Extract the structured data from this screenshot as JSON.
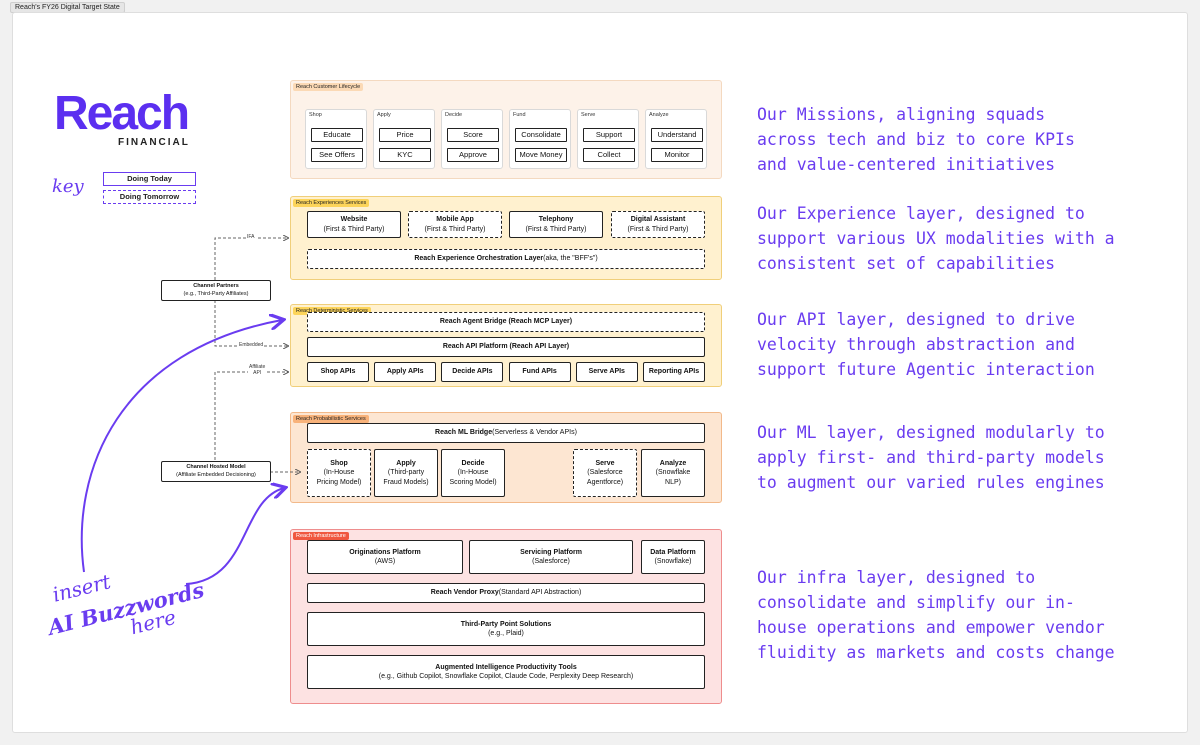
{
  "frame_title": "Reach's FY26 Digital Target State",
  "logo": {
    "name": "Reach",
    "sub": "FINANCIAL"
  },
  "key": {
    "label": "key",
    "today": "Doing Today",
    "tomorrow": "Doing Tomorrow"
  },
  "lifecycle": {
    "title": "Reach Customer Lifecycle",
    "stages": [
      {
        "name": "Shop",
        "items": [
          "Educate",
          "See Offers"
        ]
      },
      {
        "name": "Apply",
        "items": [
          "Price",
          "KYC"
        ]
      },
      {
        "name": "Decide",
        "items": [
          "Score",
          "Approve"
        ]
      },
      {
        "name": "Fund",
        "items": [
          "Consolidate",
          "Move Money"
        ]
      },
      {
        "name": "Serve",
        "items": [
          "Support",
          "Collect"
        ]
      },
      {
        "name": "Analyze",
        "items": [
          "Understand",
          "Monitor"
        ]
      }
    ]
  },
  "experience": {
    "title": "Reach Experiences Services",
    "channels": [
      {
        "name": "Website",
        "sub": "(First & Third Party)"
      },
      {
        "name": "Mobile App",
        "sub": "(First & Third Party)"
      },
      {
        "name": "Telephony",
        "sub": "(First & Third Party)"
      },
      {
        "name": "Digital Assistant",
        "sub": "(First & Third Party)"
      }
    ],
    "orchestration_bold": "Reach Experience Orchestration Layer",
    "orchestration_rest": " (aka, the \"BFF's\")"
  },
  "deterministic": {
    "title": "Reach Deterministic Services",
    "agent_bridge": "Reach Agent Bridge (Reach MCP Layer)",
    "api_platform": "Reach API Platform (Reach API Layer)",
    "apis": [
      "Shop APIs",
      "Apply APIs",
      "Decide APIs",
      "Fund APIs",
      "Serve APIs",
      "Reporting APIs"
    ]
  },
  "probabilistic": {
    "title": "Reach Probabilistic Services",
    "ml_bridge_bold": "Reach ML Bridge",
    "ml_bridge_rest": " (Serverless & Vendor APIs)",
    "models": [
      {
        "name": "Shop",
        "sub1": "(In-House",
        "sub2": "Pricing Model)"
      },
      {
        "name": "Apply",
        "sub1": "(Third-party",
        "sub2": "Fraud Models)"
      },
      {
        "name": "Decide",
        "sub1": "(In-House",
        "sub2": "Scoring Model)"
      },
      {
        "name": "Serve",
        "sub1": "(Salesforce",
        "sub2": "Agentforce)"
      },
      {
        "name": "Analyze",
        "sub1": "(Snowflake",
        "sub2": "NLP)"
      }
    ]
  },
  "infra": {
    "title": "Reach Infrastructure",
    "platforms": [
      {
        "name": "Originations Platform",
        "sub": "(AWS)"
      },
      {
        "name": "Servicing Platform",
        "sub": "(Salesforce)"
      },
      {
        "name": "Data Platform",
        "sub": "(Snowflake)"
      }
    ],
    "vendor_proxy_bold": "Reach Vendor Proxy",
    "vendor_proxy_rest": " (Standard API Abstraction)",
    "point_solutions": "Third-Party Point Solutions",
    "point_solutions_sub": "(e.g., Plaid)",
    "tools": "Augmented Intelligence Productivity Tools",
    "tools_sub": "(e.g., Github Copilot, Snowflake Copilot, Claude Code, Perplexity Deep Research)"
  },
  "partners": {
    "channel_partners": "Channel Partners",
    "channel_partners_sub": "(e.g., Third-Party Affiliates)",
    "hosted_model": "Channel Hosted Model",
    "hosted_model_sub": "(Affiliate Embedded Decisioning)",
    "label_ifa": "IFA",
    "label_embedded": "Embedded",
    "label_affiliate": "Affiliate",
    "label_api": "API"
  },
  "buzzwords": {
    "line1": "insert",
    "line2": "AI Buzzwords",
    "line3": "here"
  },
  "descriptions": {
    "missions": [
      "Our Missions, aligning squads",
      "across tech and biz to core KPIs",
      "and value-centered initiatives"
    ],
    "experience": [
      "Our Experience layer, designed to",
      "support various UX modalities with a",
      "consistent set of capabilities"
    ],
    "api": [
      "Our API layer, designed to drive",
      "velocity through abstraction and",
      "support future Agentic interaction"
    ],
    "ml": [
      "Our ML layer, designed modularly to",
      "apply first- and third-party models",
      "to augment our varied rules engines"
    ],
    "infra": [
      "Our infra layer, designed to",
      "consolidate and simplify our in-",
      "house operations and empower vendor",
      "fluidity as markets and costs change"
    ]
  },
  "colors": {
    "accent": "#6a3cf0",
    "lifecycle_bg": "#fdf2e9",
    "experience_bg": "#fff1cf",
    "deterministic_bg": "#fff1cf",
    "probabilistic_bg": "#fde6d2",
    "infra_bg": "#fde2e2"
  }
}
